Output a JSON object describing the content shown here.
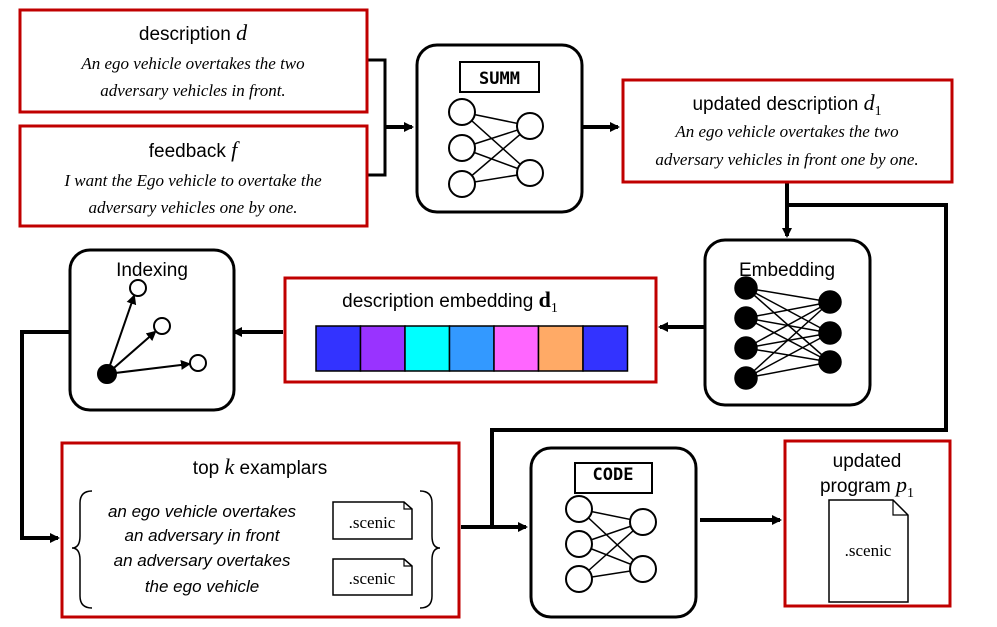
{
  "description_box": {
    "title": "description",
    "symbol": "d",
    "line1": "An ego vehicle overtakes the two",
    "line2": "adversary vehicles in front."
  },
  "feedback_box": {
    "title": "feedback",
    "symbol": "f",
    "line1": "I want the Ego vehicle to overtake the",
    "line2": "adversary vehicles one by one."
  },
  "summ_module": {
    "label": "SUMM"
  },
  "updated_description_box": {
    "title": "updated description",
    "symbol": "d",
    "subscript": "1",
    "line1": "An ego vehicle overtakes the two",
    "line2": "adversary vehicles in front one by one."
  },
  "embedding_module": {
    "label": "Embedding"
  },
  "embedding_box": {
    "title": "description embedding",
    "symbol": "d",
    "subscript": "1",
    "cell_colors": [
      "#3333ff",
      "#9933ff",
      "#00ffff",
      "#3399ff",
      "#ff66ff",
      "#ffaa66",
      "#3333ff"
    ]
  },
  "indexing_module": {
    "label": "Indexing"
  },
  "examplars_box": {
    "title_pre": "top",
    "symbol": "k",
    "title_post": "examplars",
    "examples": [
      {
        "line1": "an ego vehicle overtakes",
        "line2": "an adversary in front",
        "file": ".scenic"
      },
      {
        "line1": "an adversary overtakes",
        "line2": "the ego vehicle",
        "file": ".scenic"
      }
    ]
  },
  "code_module": {
    "label": "CODE"
  },
  "program_box": {
    "title1": "updated",
    "title2": "program",
    "symbol": "p",
    "subscript": "1",
    "file": ".scenic"
  },
  "colors": {
    "box_border": "#c00000",
    "module_border": "#000000",
    "node_fill_dark": "#000000",
    "node_fill_light": "#ffffff"
  }
}
